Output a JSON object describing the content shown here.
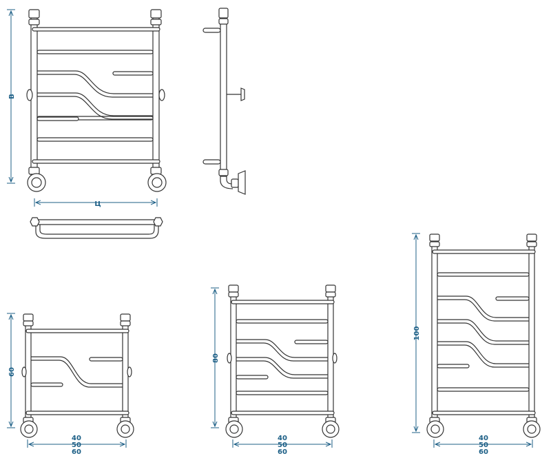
{
  "colors": {
    "dimension": "#1c5f86",
    "outline": "#333333",
    "background": "#ffffff"
  },
  "front_view": {
    "height_label": "В",
    "width_label": "Ц"
  },
  "variants": [
    {
      "height": "60",
      "widths": [
        "40",
        "50",
        "60"
      ]
    },
    {
      "height": "80",
      "widths": [
        "40",
        "50",
        "60"
      ]
    },
    {
      "height": "100",
      "widths": [
        "40",
        "50",
        "60"
      ]
    }
  ]
}
